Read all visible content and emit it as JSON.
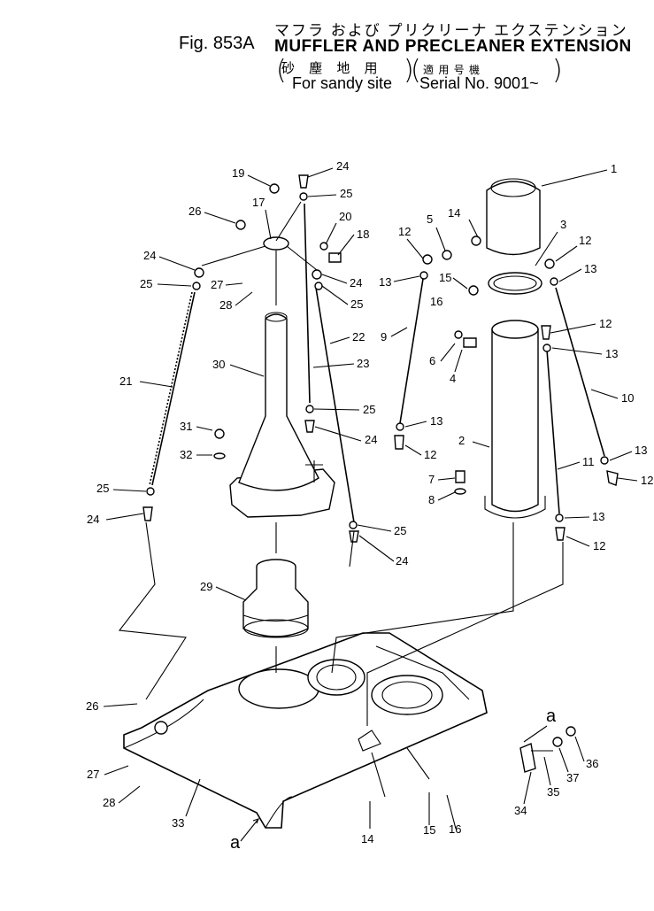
{
  "header": {
    "fig_no": "Fig. 853A",
    "title_jp": "マフラ および プリクリーナ エクステンション",
    "title_en": "MUFFLER AND PRECLEANER EXTENSION",
    "note_left_jp": "砂 塵 地 用",
    "note_left_en": "For sandy site",
    "note_right_jp": "適 用 号 機",
    "note_right_en": "Serial No. 9001~"
  },
  "callouts": [
    "1",
    "2",
    "3",
    "4",
    "5",
    "6",
    "7",
    "8",
    "9",
    "10",
    "11",
    "12",
    "12",
    "12",
    "12",
    "12",
    "12",
    "13",
    "13",
    "13",
    "13",
    "13",
    "13",
    "14",
    "14",
    "15",
    "15",
    "16",
    "16",
    "17",
    "18",
    "19",
    "20",
    "21",
    "22",
    "23",
    "24",
    "24",
    "24",
    "24",
    "24",
    "24",
    "25",
    "25",
    "25",
    "25",
    "25",
    "25",
    "26",
    "26",
    "27",
    "27",
    "28",
    "28",
    "29",
    "30",
    "31",
    "32",
    "33",
    "34",
    "35",
    "36",
    "37",
    "a",
    "a"
  ]
}
